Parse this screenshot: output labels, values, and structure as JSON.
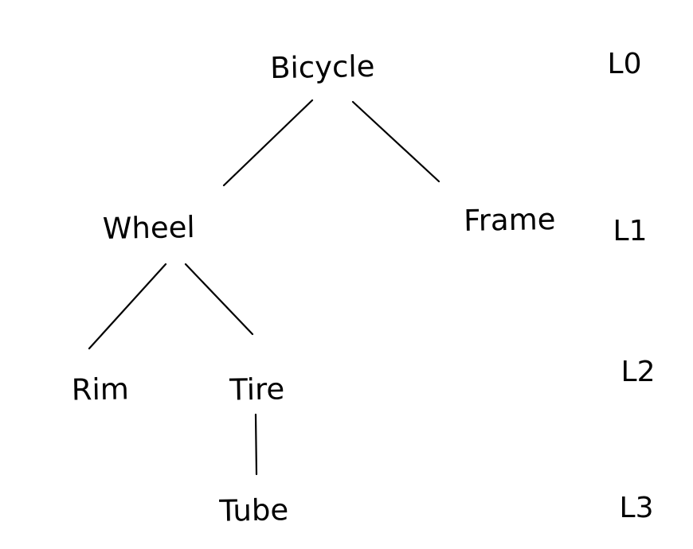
{
  "diagram": {
    "type": "tree",
    "ink_color": "#000000",
    "background_color": "#ffffff",
    "nodes": [
      {
        "id": "bicycle",
        "label": "Bicycle",
        "level": "L0"
      },
      {
        "id": "wheel",
        "label": "Wheel",
        "level": "L1"
      },
      {
        "id": "frame",
        "label": "Frame",
        "level": "L1"
      },
      {
        "id": "rim",
        "label": "Rim",
        "level": "L2"
      },
      {
        "id": "tire",
        "label": "Tire",
        "level": "L2"
      },
      {
        "id": "tube",
        "label": "Tube",
        "level": "L3"
      }
    ],
    "edges": [
      {
        "from": "Bicycle",
        "to": "Wheel"
      },
      {
        "from": "Bicycle",
        "to": "Frame"
      },
      {
        "from": "Wheel",
        "to": "Rim"
      },
      {
        "from": "Wheel",
        "to": "Tire"
      },
      {
        "from": "Tire",
        "to": "Tube"
      }
    ],
    "level_labels": [
      {
        "label": "L0"
      },
      {
        "label": "L1"
      },
      {
        "label": "L2"
      },
      {
        "label": "L3"
      }
    ]
  }
}
